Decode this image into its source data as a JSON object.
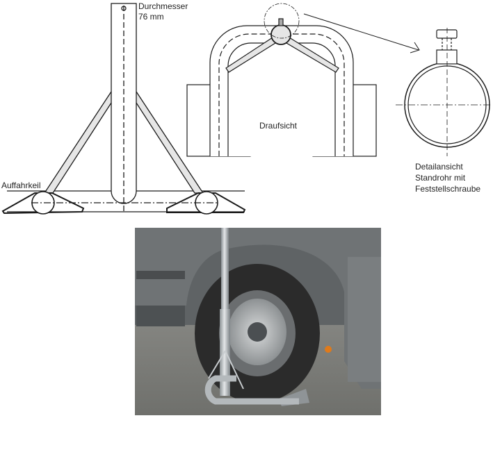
{
  "side_view": {
    "diameter_label": "Durchmesser",
    "diameter_value": "76 mm",
    "wedge_label": "Auffahrkeil"
  },
  "top_view": {
    "label": "Draufsicht"
  },
  "detail_view": {
    "line1": "Detailansicht",
    "line2": "Standrohr mit",
    "line3": "Feststellschraube"
  },
  "colors": {
    "line": "#1a1a1a",
    "fill_light": "#e6e6e6",
    "truck": "#6b6e70",
    "tire": "#2b2b2b",
    "pole": "#b9bec2",
    "road": "#8a8a86",
    "reflector": "#e07a1a"
  }
}
